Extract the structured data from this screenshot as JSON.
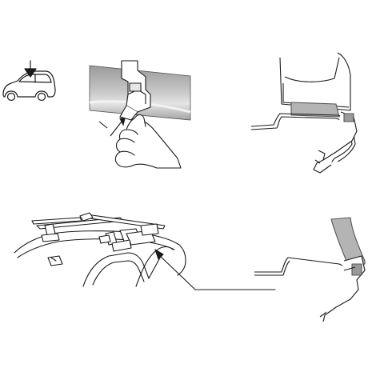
{
  "colors": {
    "background": "#ffffff",
    "line": "#1a1a1a",
    "rail_gray": "#a8a8a8",
    "rail_light": "#d2d2d2",
    "part_gray": "#b4b4b4",
    "shadow_gray": "#8c8c8c"
  },
  "panels": [
    {
      "name": "car-side-icon",
      "depicts": "car-side-icon"
    },
    {
      "name": "hand-clamp-detail",
      "depicts": "hand-installing-clamp"
    },
    {
      "name": "clamp-profile-top",
      "depicts": "clamp-gripping-roof-edge"
    },
    {
      "name": "roof-rack-on-car",
      "depicts": "roof-bars-mounted-on-car"
    },
    {
      "name": "clamp-profile-bottom",
      "depicts": "foot-on-door-frame"
    }
  ]
}
